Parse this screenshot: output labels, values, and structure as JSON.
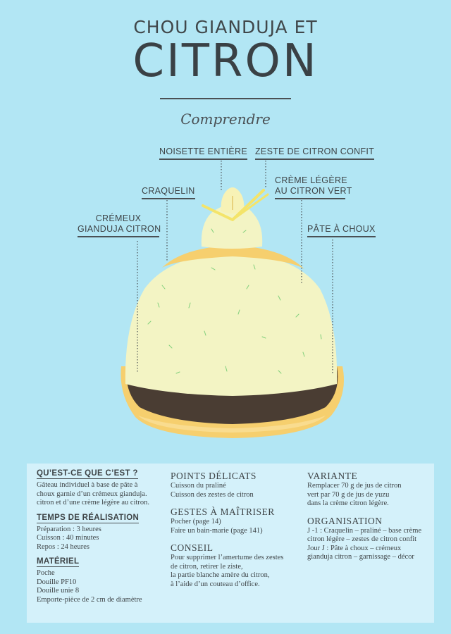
{
  "title": {
    "line1": "CHOU GIANDUJA ET",
    "line2": "CITRON"
  },
  "subtitle": "Comprendre",
  "labels": {
    "noisette": "NOISETTE ENTIÈRE",
    "zeste": "ZESTE DE CITRON CONFIT",
    "creme_1": "CRÈME LÉGÈRE",
    "creme_2": "AU CITRON VERT",
    "craquelin": "CRAQUELIN",
    "cremeux_1": "CRÉMEUX",
    "cremeux_2": "GIANDUJA CITRON",
    "pate": "PÂTE À CHOUX"
  },
  "info": {
    "what": {
      "heading": "QU’EST-CE QUE C’EST ?",
      "lines": [
        "Gâteau individuel à base de pâte à",
        "choux garnie d’un crémeux gianduja.",
        "citron et d’une crème légère au citron."
      ]
    },
    "time": {
      "heading": "TEMPS DE RÉALISATION",
      "lines": [
        "Préparation : 3 heures",
        "Cuisson : 40 minutes",
        "Repos : 24 heures"
      ]
    },
    "materiel": {
      "heading": "MATÉRIEL",
      "lines": [
        "Poche",
        "Douille PF10",
        "Douille unie 8",
        "Emporte-pièce de 2 cm de diamètre"
      ]
    },
    "points": {
      "heading": "POINTS DÉLICATS",
      "lines": [
        "Cuisson du praliné",
        "Cuisson des zestes de citron"
      ]
    },
    "gestes": {
      "heading": "GESTES À MAÎTRISER",
      "lines": [
        "Pocher (page 14)",
        "Faire un bain-marie (page 141)"
      ]
    },
    "conseil": {
      "heading": "CONSEIL",
      "lines": [
        "Pour supprimer l’amertume des zestes",
        "de citron, retirer le ziste,",
        "la partie blanche amère du citron,",
        "à l’aide d’un couteau d’office."
      ]
    },
    "variante": {
      "heading": "VARIANTE",
      "lines": [
        "Remplacer 70 g de jus de citron",
        "vert par 70 g de jus de yuzu",
        "dans la crème citron légère."
      ]
    },
    "organisation": {
      "heading": "ORGANISATION",
      "lines": [
        "J -1 : Craquelin – praliné – base crème",
        "citron légère – zestes de citron confit",
        "Jour J : Pâte à choux – crémeux",
        "gianduja citron – garnissage – décor"
      ]
    }
  },
  "colors": {
    "background": "#b2e6f4",
    "panel": "#d4f1fa",
    "cream": "#f3f4c4",
    "pastry": "#f6cf6e",
    "gianduja": "#4a3d33",
    "zest": "#f4e46a"
  }
}
